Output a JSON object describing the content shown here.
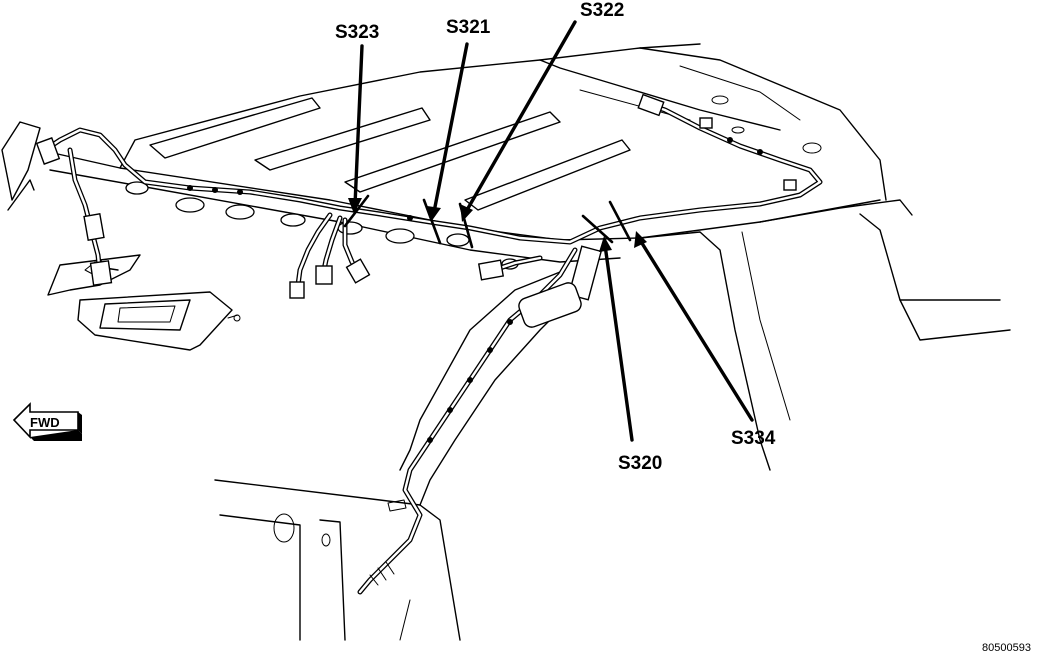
{
  "diagram": {
    "splices": [
      {
        "id": "s323",
        "label": "S323"
      },
      {
        "id": "s321",
        "label": "S321"
      },
      {
        "id": "s322",
        "label": "S322"
      },
      {
        "id": "s320",
        "label": "S320"
      },
      {
        "id": "s334",
        "label": "S334"
      }
    ],
    "direction_label": "FWD",
    "figure_number": "80500593"
  }
}
